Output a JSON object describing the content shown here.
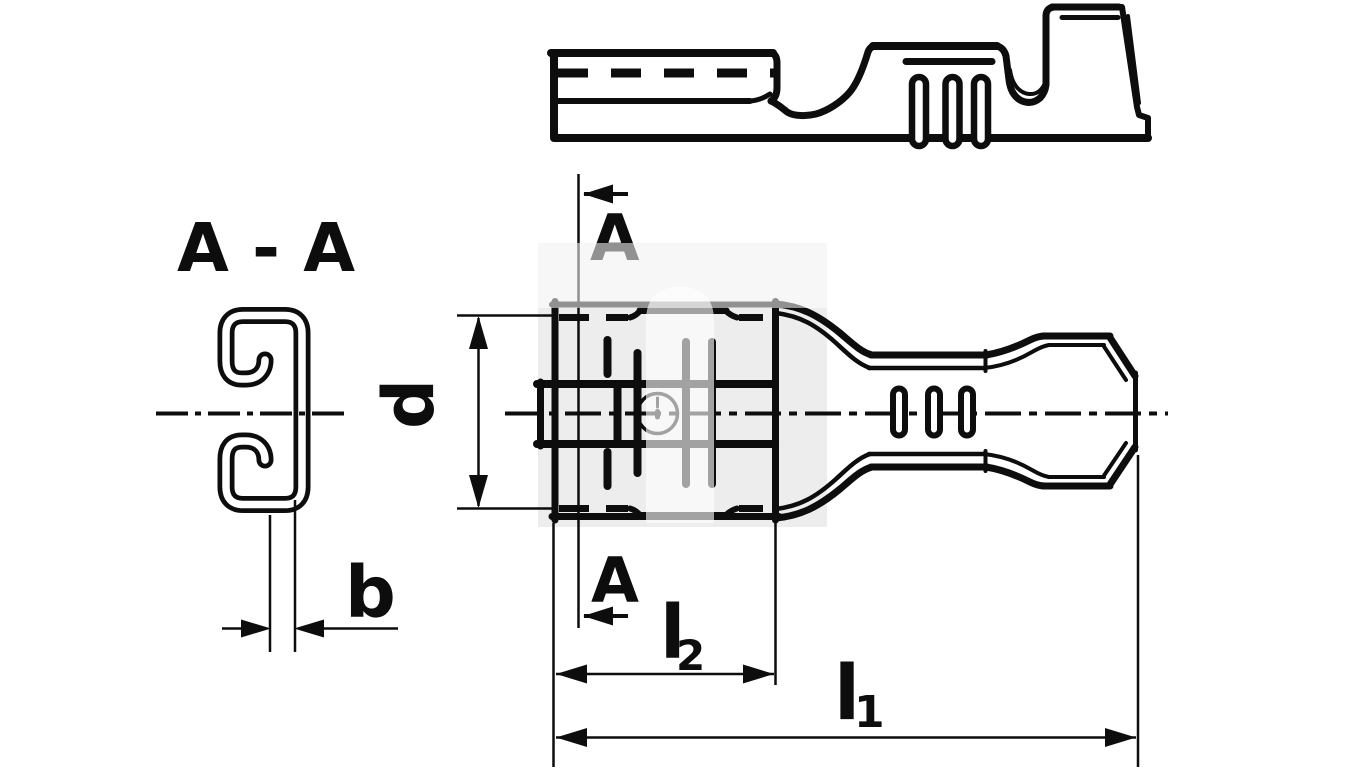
{
  "figure": {
    "type": "technical-drawing",
    "subject": "flat push-on receptacle terminal, three orthographic views with dimensions"
  },
  "labels": {
    "section_title": "A - A",
    "dim_b": "b",
    "dim_d": "d",
    "section_cut_top": "A",
    "section_cut_bottom": "A",
    "dim_l2_base": "l",
    "dim_l2_sub": "2",
    "dim_l1_base": "l",
    "dim_l1_sub": "1"
  },
  "colors": {
    "line": "#0d0d0d",
    "watermark_background": "#ededed",
    "watermark_overlay": "#ffffff",
    "page_background": "#ffffff"
  }
}
